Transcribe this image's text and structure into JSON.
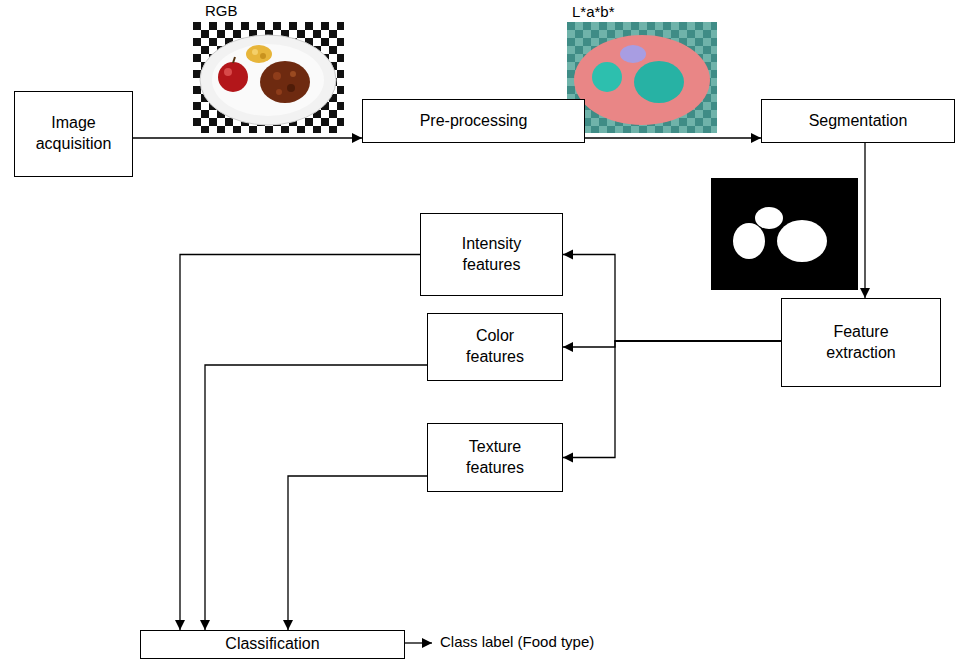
{
  "diagram": {
    "nodes": [
      {
        "text": [
          "Image acquisition"
        ]
      },
      {
        "text": [
          "Pre-processing"
        ]
      },
      {
        "text": [
          "Segmentation"
        ]
      },
      {
        "text": [
          "Intensity features"
        ]
      },
      {
        "text": [
          "Color features"
        ]
      },
      {
        "text": [
          "Texture features"
        ]
      },
      {
        "text": [
          "Feature extraction"
        ]
      },
      {
        "text": [
          "Classification"
        ]
      }
    ],
    "edges": [
      {
        "from": 0,
        "to": 1,
        "arrow": "to"
      },
      {
        "from": 1,
        "to": 2,
        "arrow": "to"
      },
      {
        "from": 2,
        "to": 6,
        "arrow": "to"
      },
      {
        "from": 6,
        "to": 3,
        "arrow": "to"
      },
      {
        "from": 6,
        "to": 4,
        "arrow": "to"
      },
      {
        "from": 6,
        "to": 5,
        "arrow": "to"
      },
      {
        "from": 3,
        "to": 7,
        "arrow": "to"
      },
      {
        "from": 4,
        "to": 7,
        "arrow": "to"
      },
      {
        "from": 5,
        "to": 7,
        "arrow": "to"
      }
    ],
    "labels": [
      "RGB",
      "L*a*b*",
      "Class label (Food type)"
    ]
  }
}
